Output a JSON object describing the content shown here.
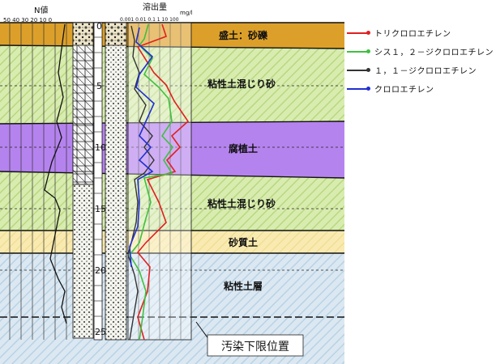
{
  "header": {
    "n_value_label": "N値",
    "n_scale": "50 40 30 20 10 0",
    "elution_label": "溶出量",
    "elution_scale": "0.001 0.01 0.1 1 10 100",
    "unit": "mg/l"
  },
  "depth_labels": [
    "0",
    "5",
    "10",
    "15",
    "20",
    "25"
  ],
  "layers": [
    {
      "name": "盛土：砂礫",
      "color": "#e0a52e"
    },
    {
      "name": "粘性土混じり砂",
      "color": "#cfe6a4"
    },
    {
      "name": "腐植土",
      "color": "#b07ee6"
    },
    {
      "name": "粘性土混じり砂",
      "color": "#cfe6a4"
    },
    {
      "name": "砂質土",
      "color": "#f7e6a4"
    },
    {
      "name": "粘性土層",
      "color": "#cfe0ec"
    }
  ],
  "lower_limit_label": "汚染下限位置",
  "legend": [
    {
      "label": "トリクロロエチレン",
      "color": "#e02020"
    },
    {
      "label": "シス１，２－ジクロロエチレン",
      "color": "#40c040"
    },
    {
      "label": "１，１－ジクロロエチレン",
      "color": "#333333"
    },
    {
      "label": "クロロエチレン",
      "color": "#2030d0"
    }
  ]
}
